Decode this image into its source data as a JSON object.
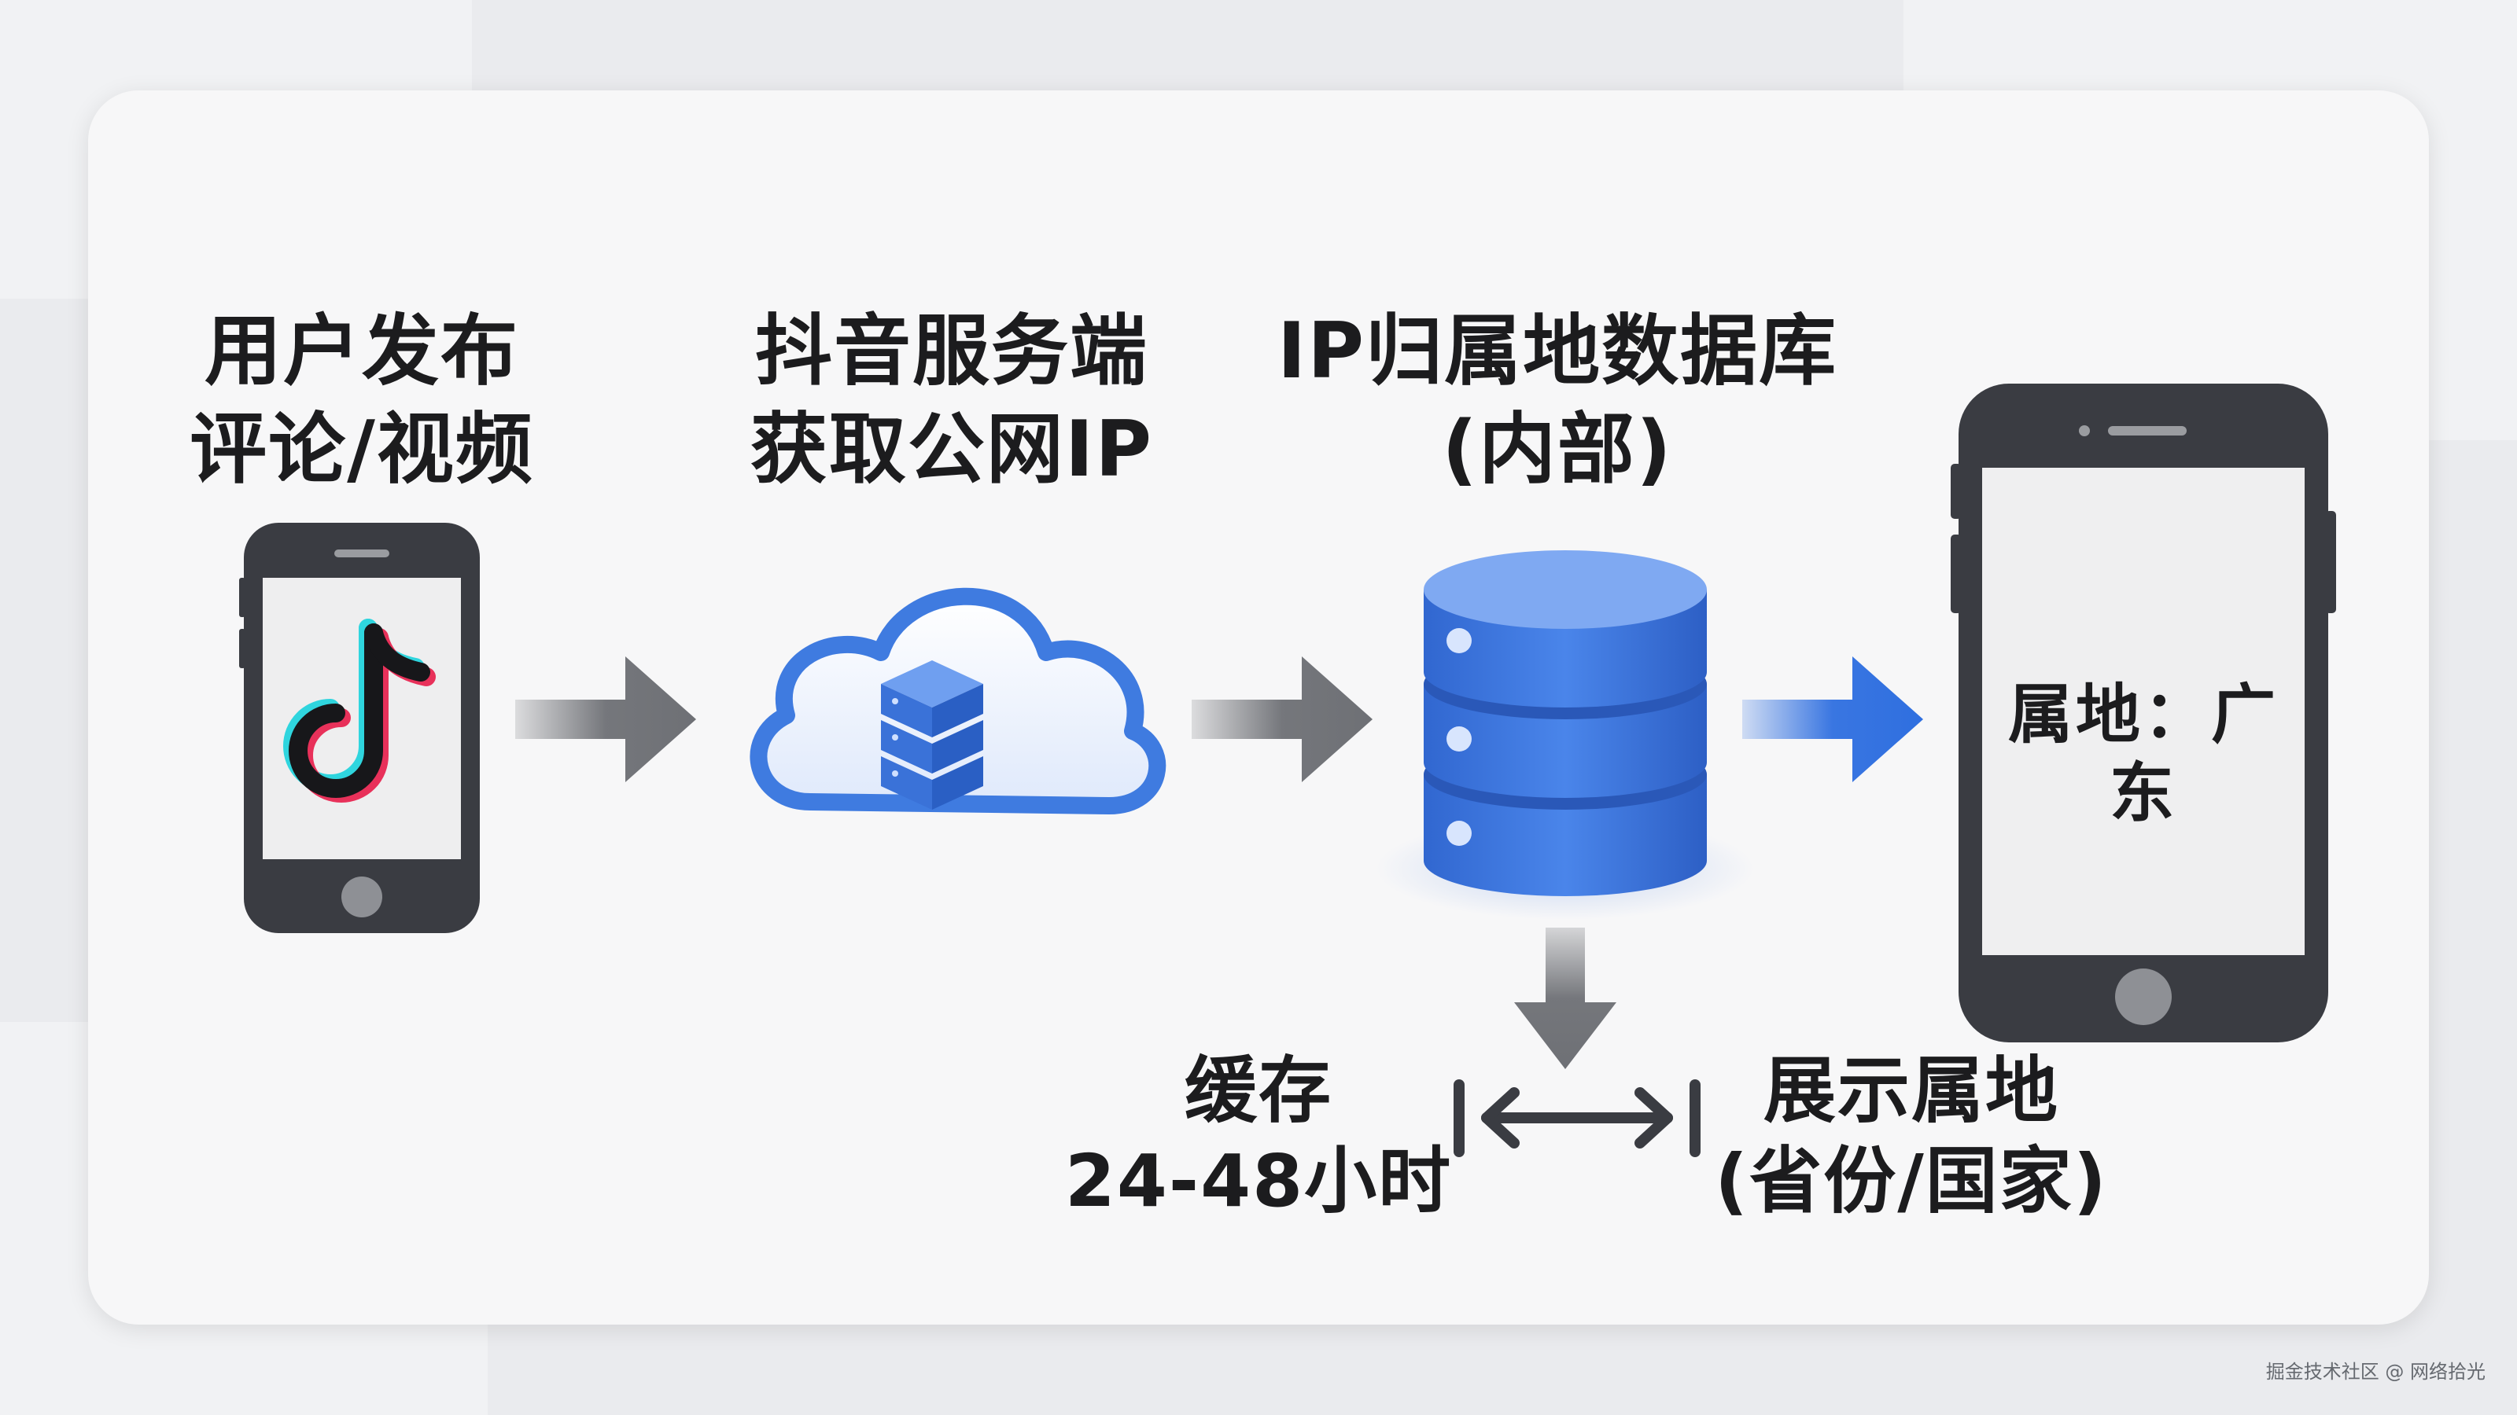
{
  "steps": {
    "user": {
      "label": "用户发布\n评论/视频"
    },
    "server": {
      "label": "抖音服务端\n获取公网IP"
    },
    "database": {
      "label": "IP归属地数据库\n(内部)"
    },
    "phone": {
      "screen_text": "属地：广东"
    }
  },
  "notes": {
    "cache": "缓存\n24-48小时",
    "display": "展示属地\n(省份/国家)"
  },
  "watermark": "掘金技术社区 @ 网络拾光",
  "colors": {
    "phone_body": "#3a3c42",
    "arrow_gray": "#6e7075",
    "arrow_blue": "#2f6fe0",
    "db_blue": "#3d78e0",
    "cloud_outline": "#3f7be0"
  },
  "icons": [
    "tiktok-logo",
    "cloud-server-icon",
    "database-icon"
  ]
}
